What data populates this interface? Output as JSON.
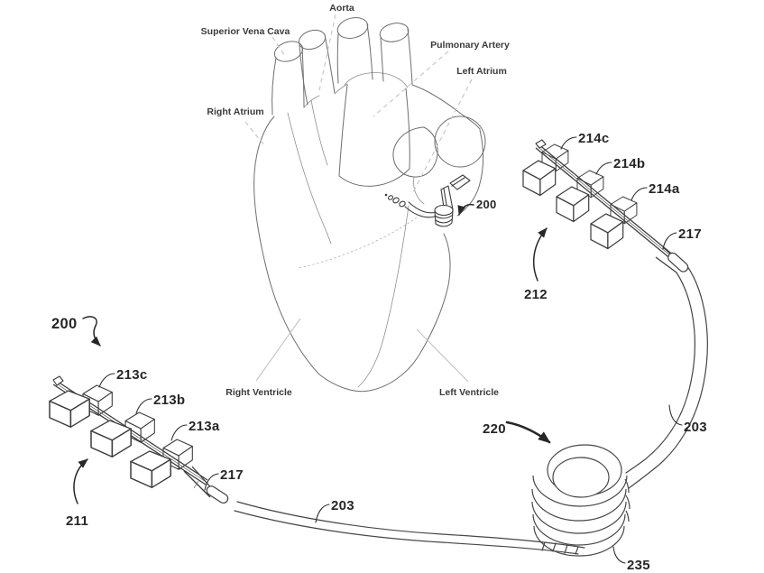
{
  "figure": {
    "background_color": "#ffffff",
    "sketch_line_color": "#6e6e6e",
    "device_line_color": "#3c3c3c",
    "leader_line_color": "#c4c4c4",
    "text_color": "#333333"
  },
  "anatomy": {
    "aorta": "Aorta",
    "superior_vena_cava": "Superior Vena Cava",
    "pulmonary_artery": "Pulmonary Artery",
    "left_atrium": "Left Atrium",
    "right_atrium": "Right Atrium",
    "right_ventricle": "Right Ventricle",
    "left_ventricle": "Left Ventricle"
  },
  "refs": {
    "system_at_heart": "200",
    "system_at_array": "200",
    "left_array": "211",
    "right_array": "212",
    "electrode_213a": "213a",
    "electrode_213b": "213b",
    "electrode_213c": "213c",
    "electrode_214a": "214a",
    "electrode_214b": "214b",
    "electrode_214c": "214c",
    "sleeve_left": "217",
    "sleeve_right": "217",
    "lead_bottom": "203",
    "lead_right": "203",
    "coil_module": "220",
    "coil_base": "235"
  }
}
